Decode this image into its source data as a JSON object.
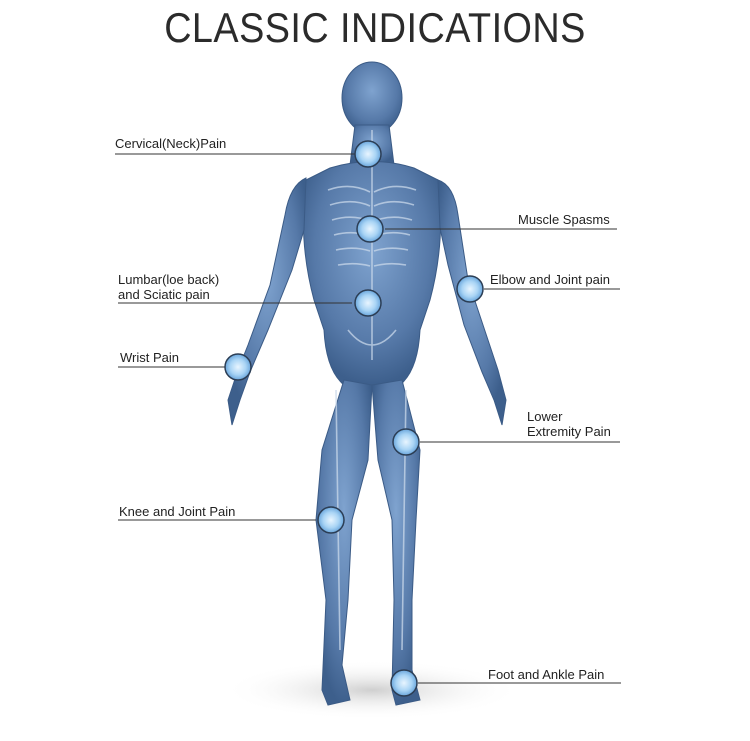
{
  "title": "CLASSIC INDICATIONS",
  "colors": {
    "body": "#5d86b8",
    "body_dark": "#2f4f78",
    "bone": "#c9d8ea",
    "marker": "#a9d4f5",
    "leader": "#333333",
    "shadow": "#d9d9d9"
  },
  "indications": [
    {
      "id": "neck",
      "label": "Cervical(Neck)Pain"
    },
    {
      "id": "spasms",
      "label": "Muscle Spasms"
    },
    {
      "id": "lumbar",
      "label_line1": "Lumbar(loe back)",
      "label_line2": "and Sciatic pain"
    },
    {
      "id": "elbow",
      "label": "Elbow and Joint pain"
    },
    {
      "id": "wrist",
      "label": "Wrist Pain"
    },
    {
      "id": "lower",
      "label_line1": "Lower",
      "label_line2": "Extremity Pain"
    },
    {
      "id": "knee",
      "label": "Knee and Joint Pain"
    },
    {
      "id": "foot",
      "label": "Foot and Ankle Pain"
    }
  ]
}
